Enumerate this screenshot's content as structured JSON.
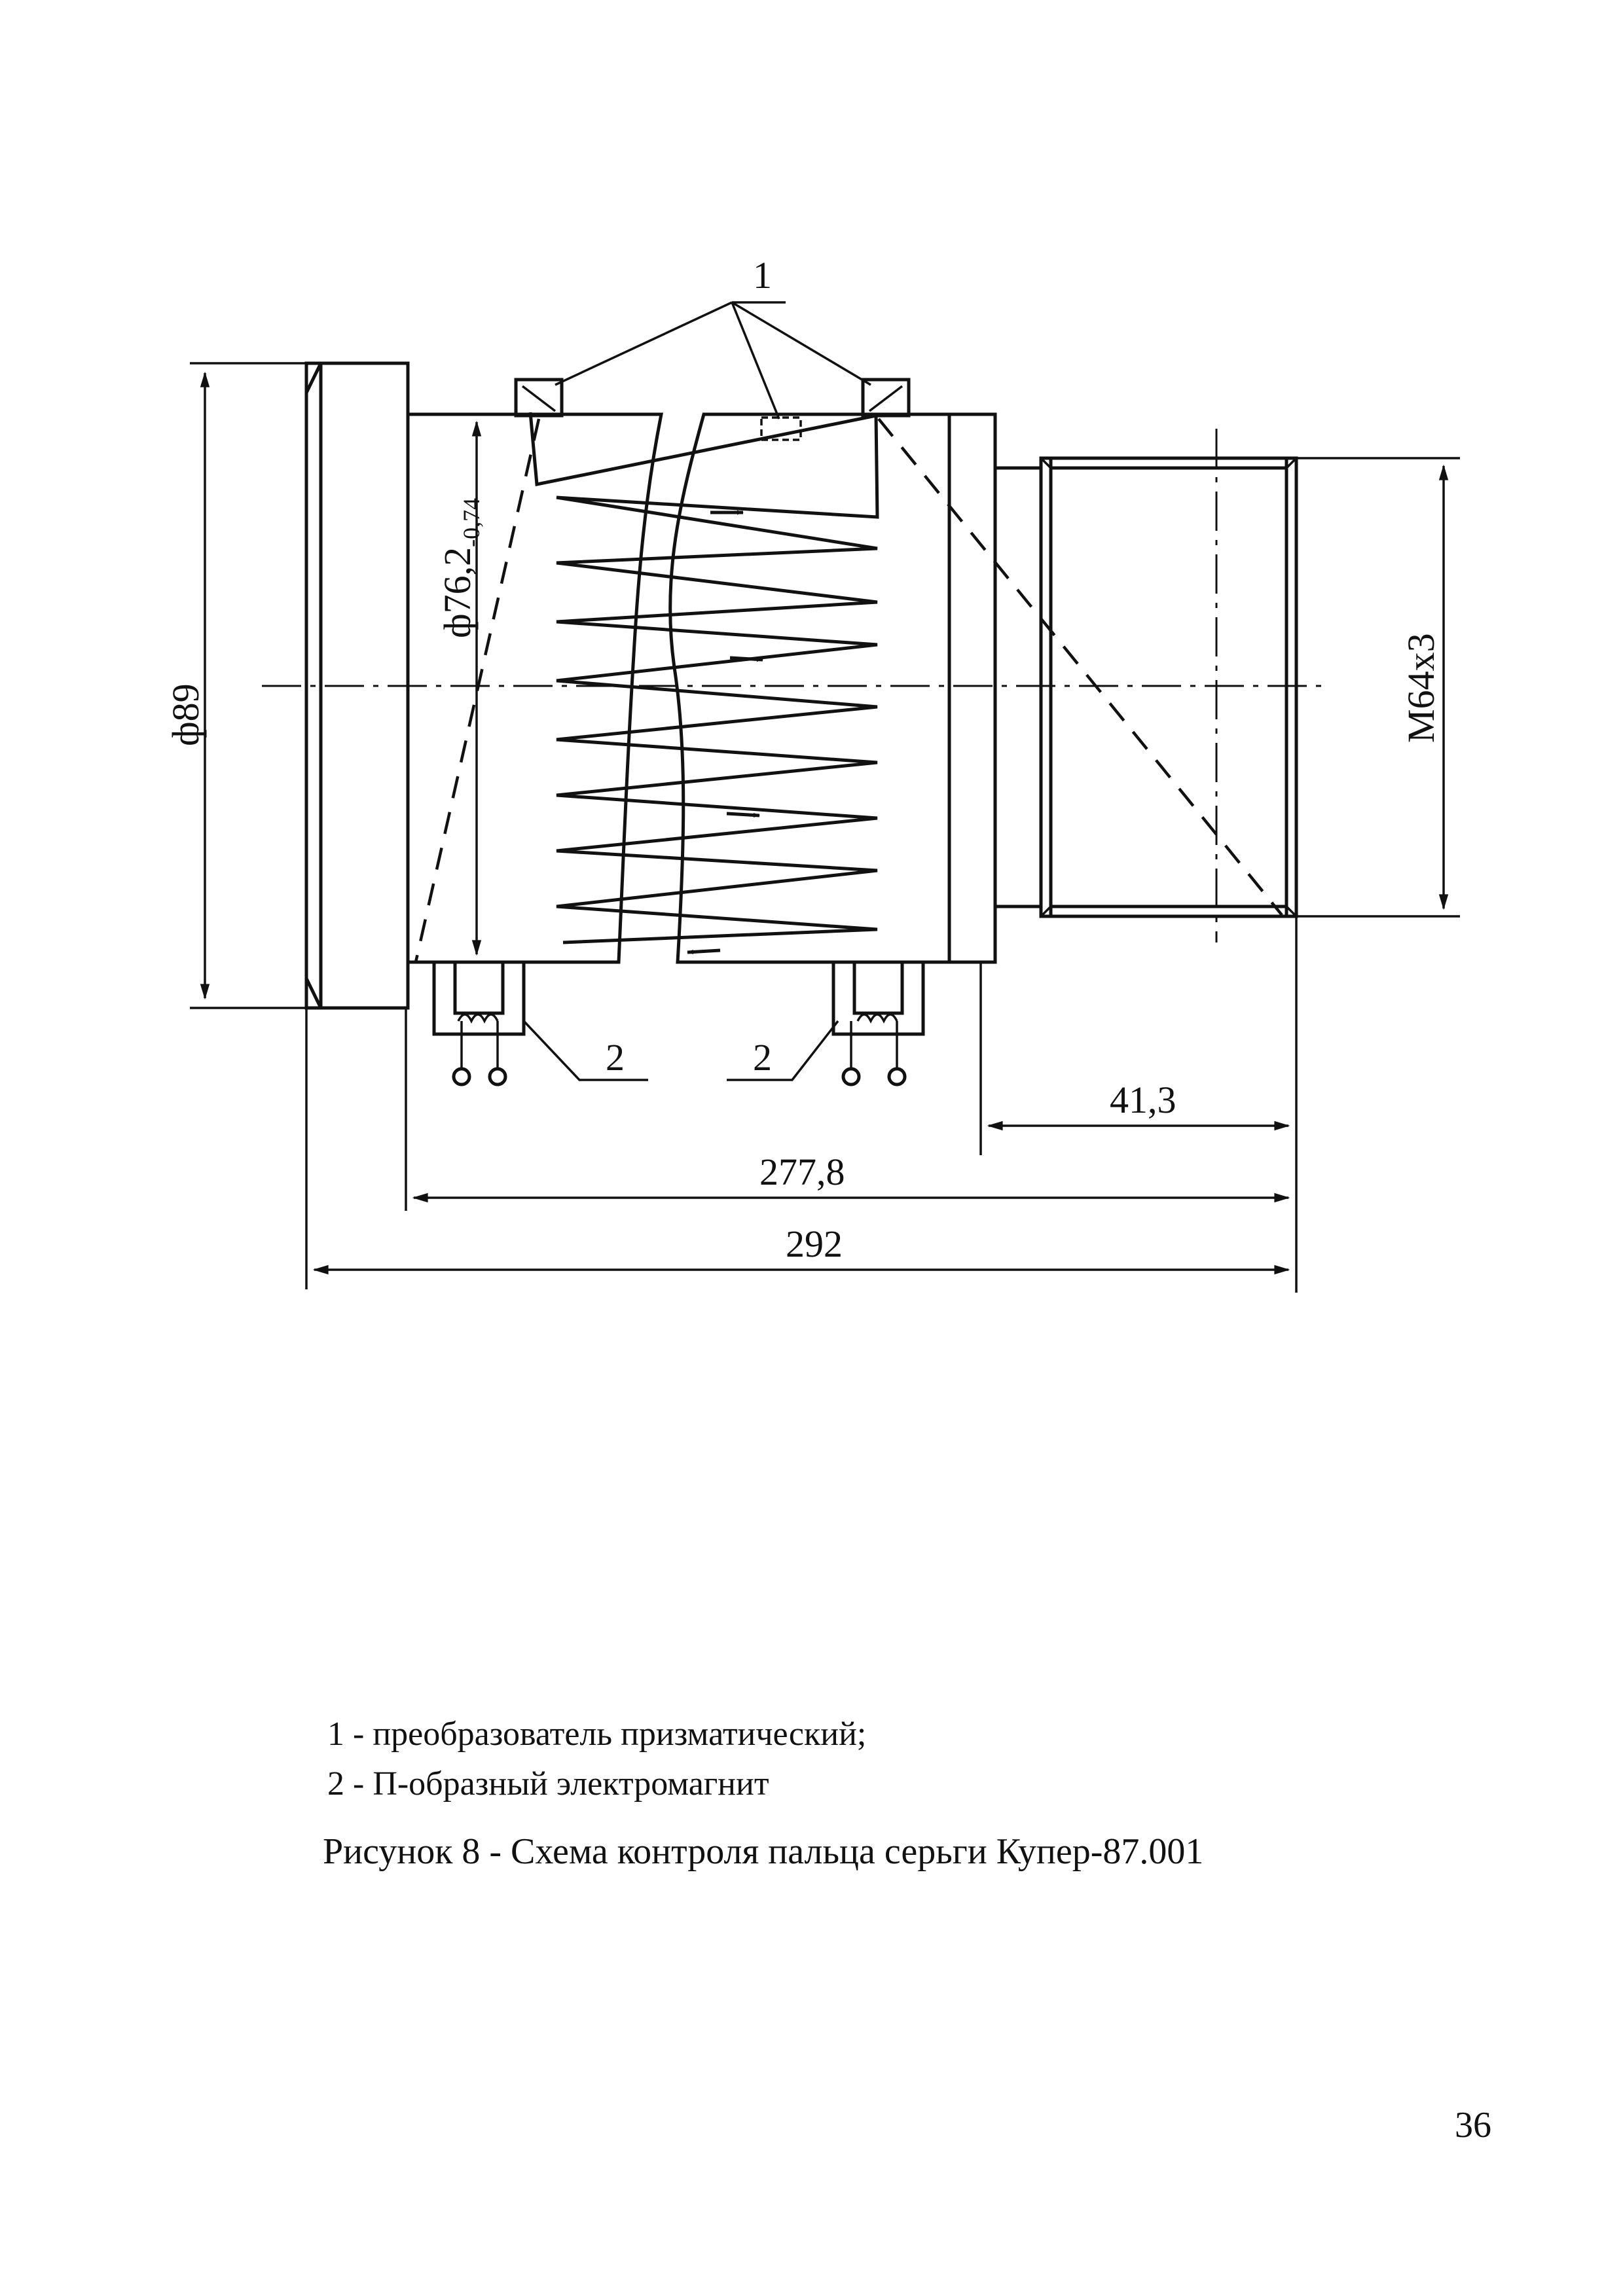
{
  "figure": {
    "callouts": {
      "transducer": "1",
      "magnet_left": "2",
      "magnet_right": "2"
    },
    "dimensions": {
      "flange_diameter": "ф89",
      "body_diameter": "ф76,2",
      "body_tolerance": "-0,74",
      "thread": "M64x3",
      "thread_length": "41,3",
      "length_body": "277,8",
      "length_total": "292"
    }
  },
  "legend": {
    "items": [
      "1 - преобразователь призматический;",
      "2 - П-образный электромагнит"
    ]
  },
  "caption": "Рисунок 8 - Схема контроля пальца серьги Купер-87.001",
  "page_number": "36"
}
